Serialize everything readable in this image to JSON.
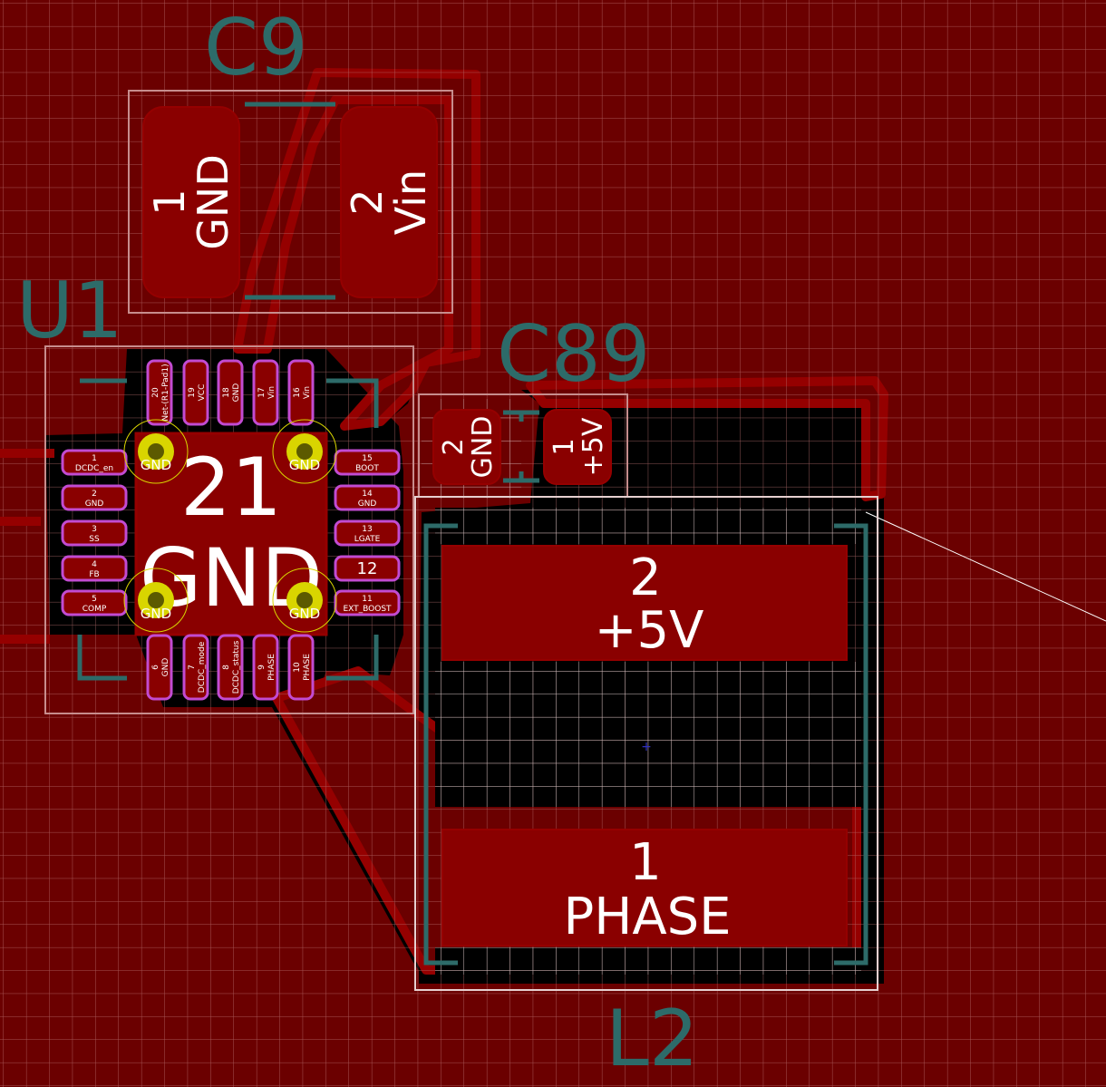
{
  "colors": {
    "board_fill": "#6b0000",
    "grid": "#b87070",
    "zone_edge": "#950000",
    "pad": "#8a0000",
    "pad_outline": "#c24bd1",
    "silk": "#2d6b69",
    "courtyard": "#c78d8d",
    "via_ring": "#d9d500",
    "via_hole": "#5c5a00",
    "clearance": "#000000",
    "text": "#ffffff"
  },
  "components": {
    "c9": {
      "ref": "C9",
      "pads": [
        {
          "num": "1",
          "net": "GND"
        },
        {
          "num": "2",
          "net": "Vin"
        }
      ]
    },
    "c89": {
      "ref": "C89",
      "pads": [
        {
          "num": "2",
          "net": "GND"
        },
        {
          "num": "1",
          "net": "+5V"
        }
      ]
    },
    "l2": {
      "ref": "L2",
      "pads": [
        {
          "num": "2",
          "net": "+5V"
        },
        {
          "num": "1",
          "net": "PHASE"
        }
      ]
    },
    "u1": {
      "ref": "U1",
      "center_pad": {
        "num": "21",
        "net": "GND"
      },
      "via_label": "GND",
      "left_pins": [
        {
          "num": "1",
          "net": "DCDC_en"
        },
        {
          "num": "2",
          "net": "GND"
        },
        {
          "num": "3",
          "net": "SS"
        },
        {
          "num": "4",
          "net": "FB"
        },
        {
          "num": "5",
          "net": "COMP"
        }
      ],
      "bottom_pins": [
        {
          "num": "6",
          "net": "GND"
        },
        {
          "num": "7",
          "net": "DCDC_mode"
        },
        {
          "num": "8",
          "net": "DCDC_status"
        },
        {
          "num": "9",
          "net": "PHASE"
        },
        {
          "num": "10",
          "net": "PHASE"
        }
      ],
      "right_pins": [
        {
          "num": "11",
          "net": "EXT_BOOST"
        },
        {
          "num": "12",
          "net": ""
        },
        {
          "num": "13",
          "net": "LGATE"
        },
        {
          "num": "14",
          "net": "GND"
        },
        {
          "num": "15",
          "net": "BOOT"
        }
      ],
      "top_pins": [
        {
          "num": "16",
          "net": "Vin"
        },
        {
          "num": "17",
          "net": "Vin"
        },
        {
          "num": "18",
          "net": "GND"
        },
        {
          "num": "19",
          "net": "VCC"
        },
        {
          "num": "20",
          "net": "Net-(R1-Pad1)"
        }
      ]
    }
  }
}
